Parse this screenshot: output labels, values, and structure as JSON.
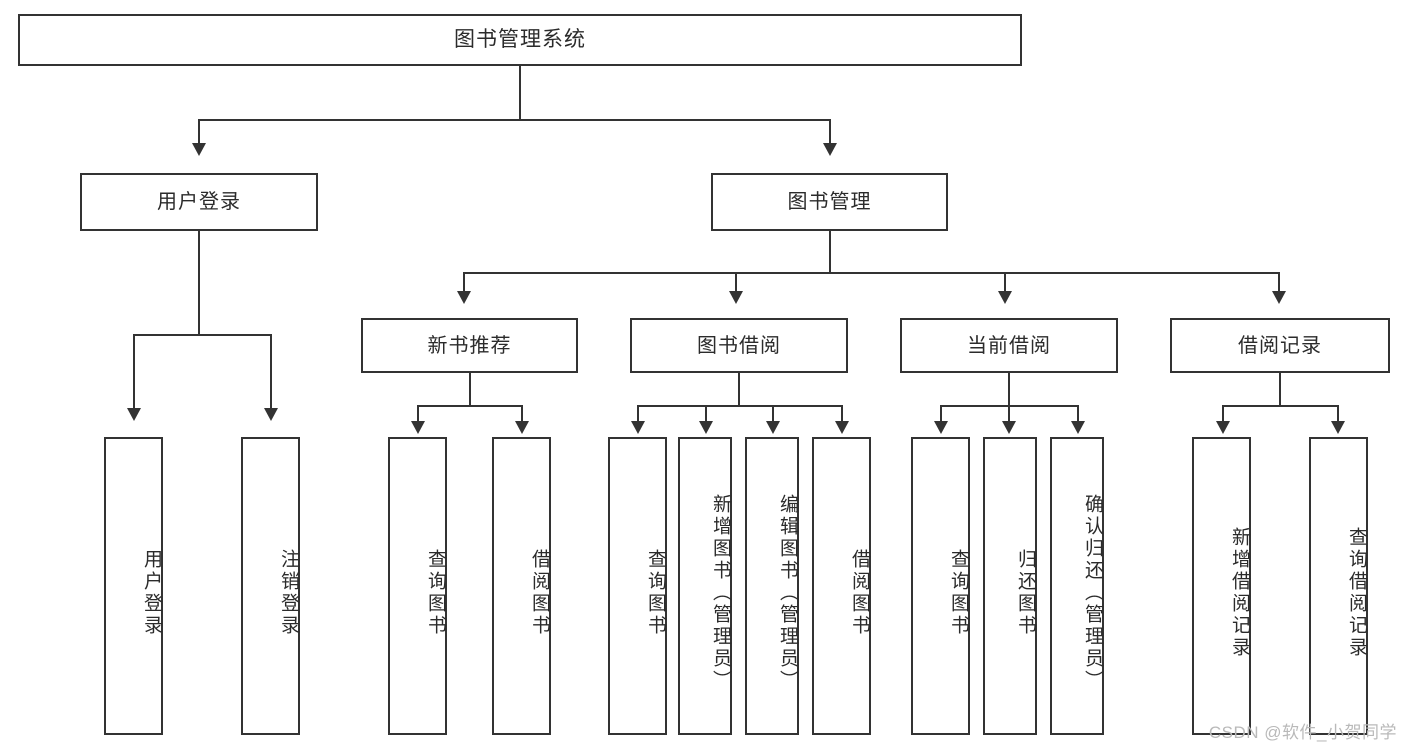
{
  "diagram": {
    "type": "tree-hierarchy",
    "title": "图书管理系统",
    "watermark": "CSDN @软件_小贺同学",
    "colors": {
      "stroke": "#333333",
      "fill": "#ffffff",
      "text": "#2b2b2b",
      "watermark": "#b9b9b9"
    },
    "levels": {
      "level1": [
        {
          "id": "root",
          "label": "图书管理系统"
        }
      ],
      "level2": [
        {
          "id": "user-login",
          "label": "用户登录"
        },
        {
          "id": "book-management",
          "label": "图书管理"
        }
      ],
      "level3": [
        {
          "id": "new-book-recommend",
          "label": "新书推荐",
          "parent": "book-management"
        },
        {
          "id": "book-borrow",
          "label": "图书借阅",
          "parent": "book-management"
        },
        {
          "id": "current-borrow",
          "label": "当前借阅",
          "parent": "book-management"
        },
        {
          "id": "borrow-record",
          "label": "借阅记录",
          "parent": "book-management"
        }
      ],
      "leaves": {
        "user_login": [
          {
            "id": "leaf-user-login",
            "label": "用户登录"
          },
          {
            "id": "leaf-user-logout",
            "label": "注销登录"
          }
        ],
        "new_book_recommend": [
          {
            "id": "leaf-query-book-1",
            "label": "查询图书"
          },
          {
            "id": "leaf-borrow-book-1",
            "label": "借阅图书"
          }
        ],
        "book_borrow": [
          {
            "id": "leaf-query-book-2",
            "label": "查询图书"
          },
          {
            "id": "leaf-add-book",
            "label": "新增图书（管理员）"
          },
          {
            "id": "leaf-edit-book",
            "label": "编辑图书（管理员）"
          },
          {
            "id": "leaf-borrow-book-2",
            "label": "借阅图书"
          }
        ],
        "current_borrow": [
          {
            "id": "leaf-query-book-3",
            "label": "查询图书"
          },
          {
            "id": "leaf-return-book",
            "label": "归还图书"
          },
          {
            "id": "leaf-confirm-return",
            "label": "确认归还（管理员）"
          }
        ],
        "borrow_record": [
          {
            "id": "leaf-add-record",
            "label": "新增借阅记录"
          },
          {
            "id": "leaf-query-record",
            "label": "查询借阅记录"
          }
        ]
      }
    }
  }
}
